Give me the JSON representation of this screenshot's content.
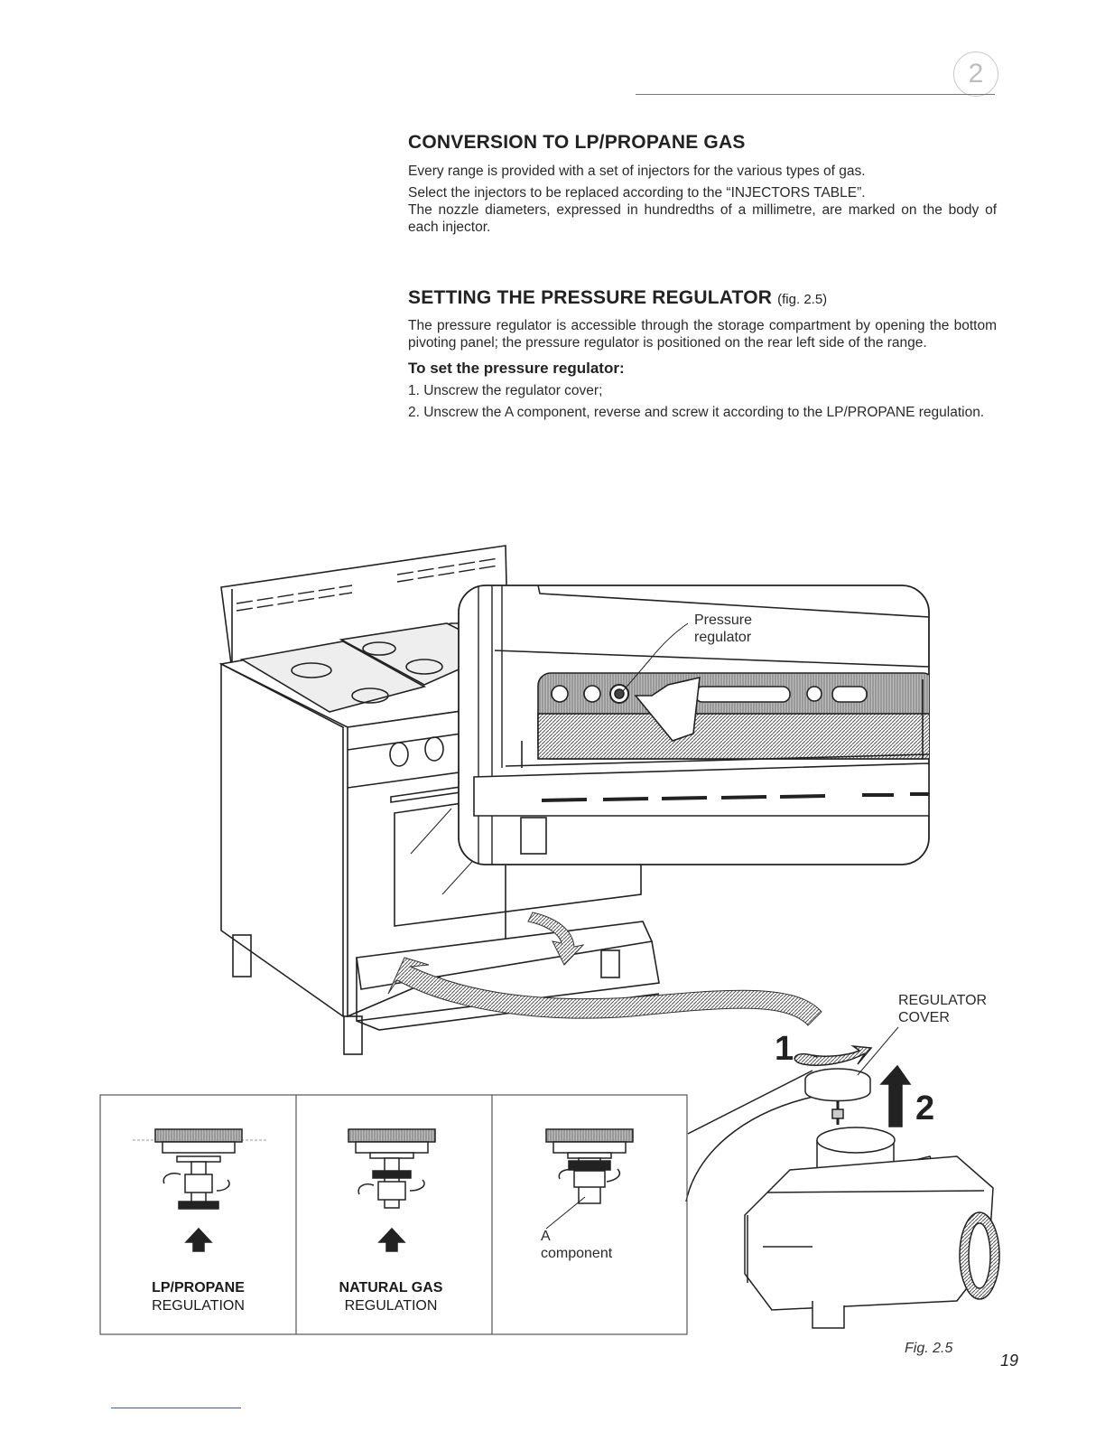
{
  "chapter": {
    "number": "2"
  },
  "section1": {
    "title": "CONVERSION TO LP/PROPANE GAS",
    "p1": "Every range is provided with a set of injectors for the various types of gas.",
    "p2": "Select the injectors to be replaced according to the “INJECTORS TABLE”.",
    "p3": "The nozzle diameters, expressed in hundredths of a millimetre, are marked on the body of each injector."
  },
  "section2": {
    "title": "SETTING THE PRESSURE REGULATOR",
    "figref": "(fig. 2.5)",
    "p1": "The pressure regulator is accessible through the storage compartment by opening the bottom pivoting panel; the pressure regulator is positioned on the rear left side of the range.",
    "subheading": "To set the pressure regulator:",
    "steps": [
      "1. Unscrew the regulator cover;",
      "2. Unscrew the A component, reverse and screw it according to the LP/PROPANE regulation."
    ]
  },
  "figure": {
    "callout_pressure_regulator_line1": "Pressure",
    "callout_pressure_regulator_line2": "regulator",
    "callout_regulator_cover_line1": "REGULATOR",
    "callout_regulator_cover_line2": "COVER",
    "step_1": "1",
    "step_2": "2",
    "caption": "Fig. 2.5",
    "panels": [
      {
        "title": "LP/PROPANE",
        "subtitle": "REGULATION"
      },
      {
        "title": "NATURAL GAS",
        "subtitle": "REGULATION"
      },
      {
        "label_line1": "A",
        "label_line2": "component"
      }
    ]
  },
  "page_number": "19"
}
